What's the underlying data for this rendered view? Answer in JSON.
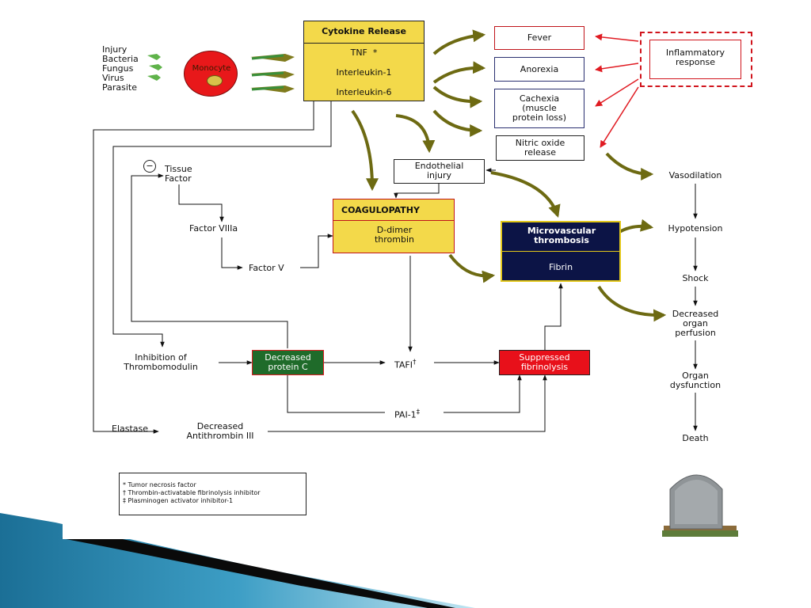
{
  "diagram": {
    "sources": [
      "Injury",
      "Bacteria",
      "Fungus",
      "Virus",
      "Parasite"
    ],
    "monocyte": "Monocyte",
    "cytokine": {
      "title": "Cytokine Release",
      "items": [
        "TNF  *",
        "Interleukin-1",
        "Interleukin-6"
      ]
    },
    "symptoms": {
      "fever": "Fever",
      "anorexia": "Anorexia",
      "cachexia": "Cachexia (muscle protein loss)",
      "nitric_oxide": "Nitric oxide release"
    },
    "inflammatory": "Inflammatory response",
    "endothelial": "Endothelial injury",
    "coagulopathy": {
      "title": "COAGULOPATHY",
      "body": "D-dimer thrombin"
    },
    "microvascular": {
      "title": "Microvascular thrombosis",
      "body": "Fibrin"
    },
    "minus_sign": "−",
    "tissue_factor": "Tissue Factor",
    "factor_viiia": "Factor VIIIa",
    "factor_v": "Factor V",
    "inhibition": "Inhibition of Thrombomodulin",
    "protein_c": "Decreased protein C",
    "tafi": "TAFI",
    "tafi_mark": "†",
    "suppressed": "Suppressed fibrinolysis",
    "pai": "PAI-1",
    "pai_mark": "‡",
    "elastase": "Elastase",
    "antithrombin": "Decreased Antithrombin III",
    "outcomes": [
      "Vasodilation",
      "Hypotension",
      "Shock",
      "Decreased organ perfusion",
      "Organ dysfunction",
      "Death"
    ],
    "legend": [
      "* Tumor necrosis factor",
      "† Thrombin-activatable fibrinolysis inhibitor",
      "‡ Plasminogen activator inhibitor-1"
    ]
  },
  "colors": {
    "cytokine_fill": "#f3d94a",
    "coag_fill": "#f3d94a",
    "micro_fill": "#0c1446",
    "protein_c_fill": "#1f6b2a",
    "suppressed_fill": "#e8101a",
    "monocyte_fill": "#e8181a",
    "red_arrow": "#e01b22",
    "olive_arrow": "#6d6a12"
  }
}
